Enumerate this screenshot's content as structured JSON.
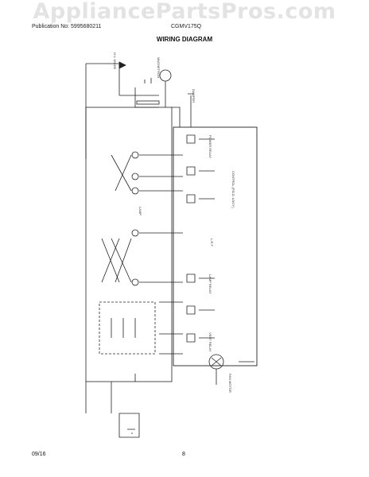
{
  "watermark": "AppliancePartsPros.com",
  "header": {
    "publication": "Publication No: 5995680211",
    "model": "CGMV175Q",
    "title": "WIRING DIAGRAM"
  },
  "footer": {
    "date": "09/16",
    "page": "8"
  },
  "labels": {
    "lamp_relay": "LAMP RELAY",
    "vent_relay": "VENT RELAY",
    "power_relay": "POWER RELAY",
    "control": "CONTROL (P.B.D. ASS'Y)",
    "magnetron": "MAGNETRON",
    "hv_diode": "H.V. DIODE",
    "lrt": "L.R.T",
    "lamp": "LAMP",
    "fan_motor": "FAN MOTOR",
    "damper": "DAMPER"
  }
}
